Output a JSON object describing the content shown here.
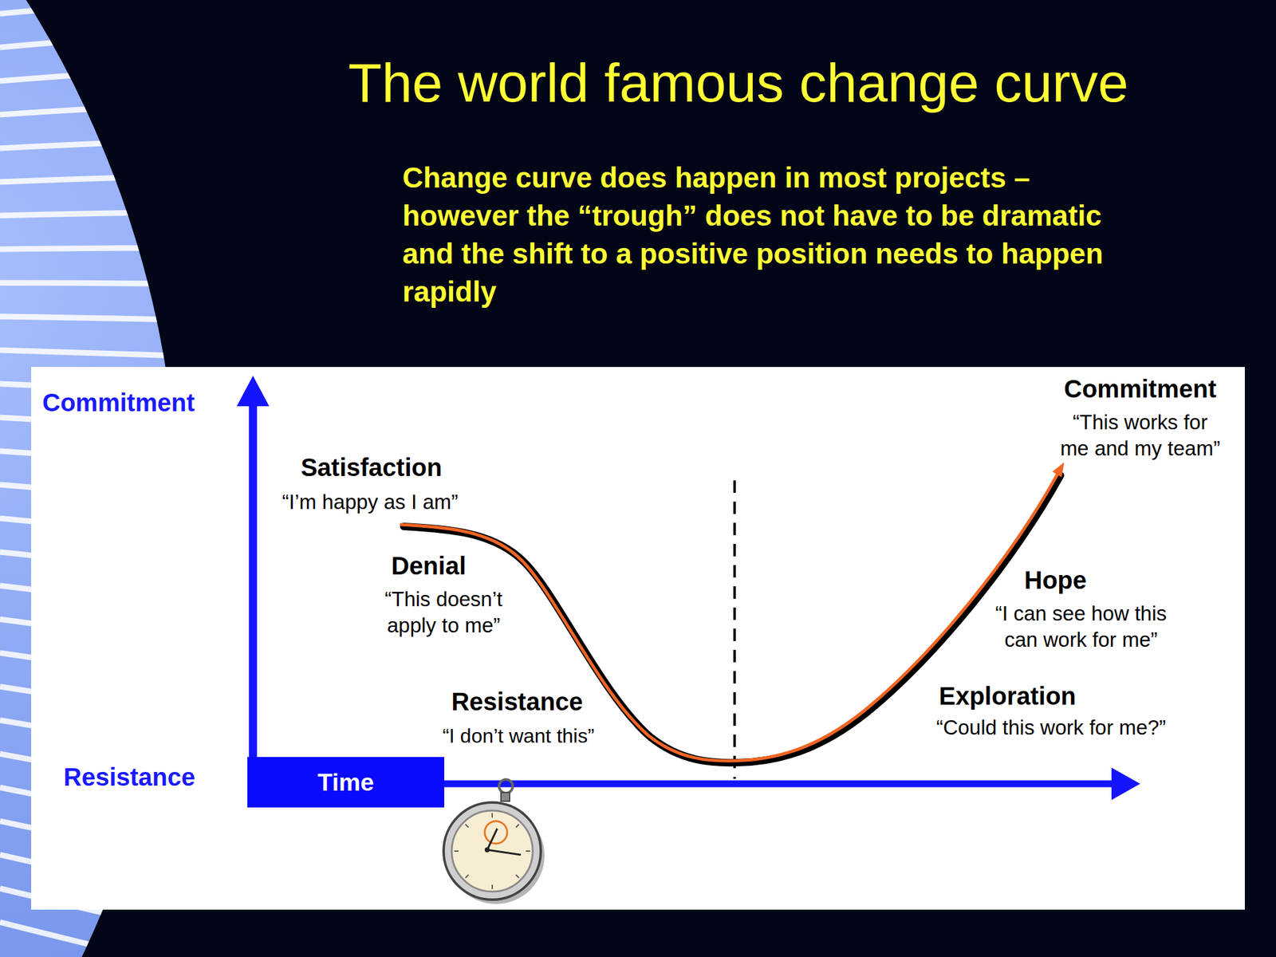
{
  "diagram": {
    "title": "The world famous change curve",
    "nodes": [
      {
        "text": [
          "Time"
        ]
      }
    ],
    "labels": [
      "Change curve does happen in most projects – however the “trough” does not have to be dramatic and the shift to a positive position needs to happen rapidly",
      "Commitment",
      "Resistance",
      "Satisfaction",
      "“I’m happy as I am”",
      "Denial",
      "“This doesn’t apply to me”",
      "Resistance",
      "“I don’t want this”",
      "Exploration",
      "“Could this work for me?”",
      "Hope",
      "“I can see how this can work for me”",
      "Commitment",
      "“This works for me and my team”"
    ]
  }
}
